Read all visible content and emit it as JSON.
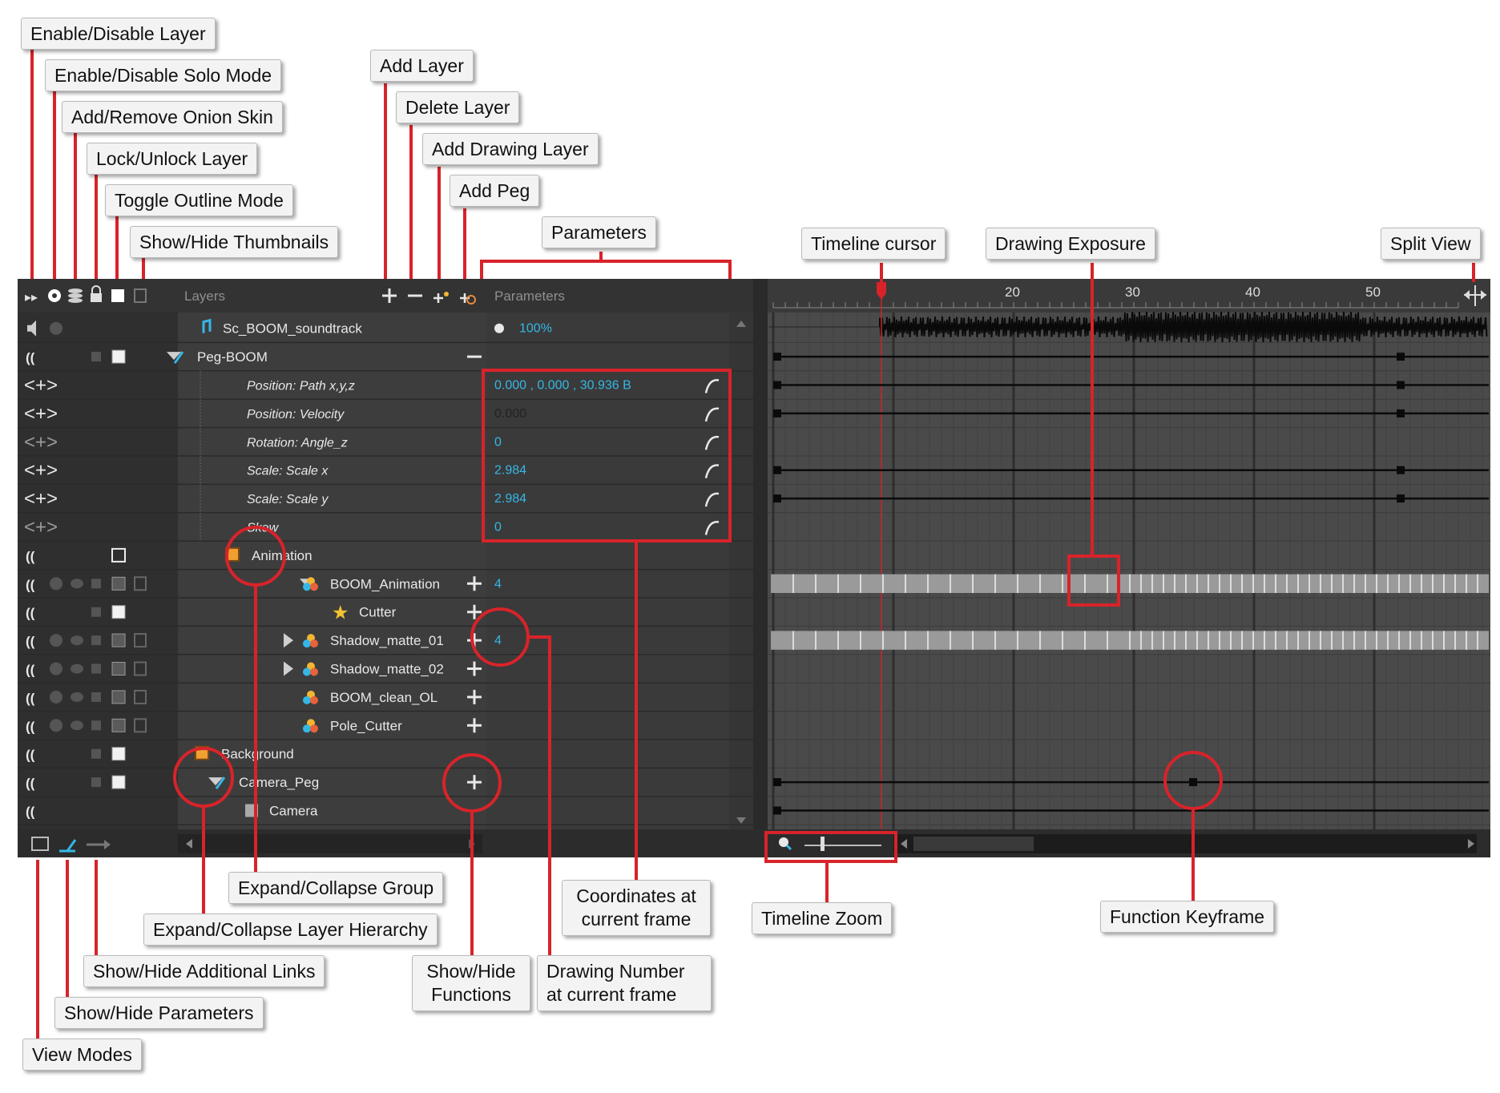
{
  "callouts": {
    "enable_disable_layer": "Enable/Disable Layer",
    "enable_disable_solo": "Enable/Disable Solo Mode",
    "add_remove_onion": "Add/Remove Onion Skin",
    "lock_unlock": "Lock/Unlock Layer",
    "toggle_outline": "Toggle Outline Mode",
    "show_hide_thumbnails": "Show/Hide Thumbnails",
    "add_layer": "Add Layer",
    "delete_layer": "Delete Layer",
    "add_drawing_layer": "Add Drawing Layer",
    "add_peg": "Add Peg",
    "parameters": "Parameters",
    "timeline_cursor": "Timeline cursor",
    "drawing_exposure": "Drawing Exposure",
    "split_view": "Split View",
    "expand_collapse_group": "Expand/Collapse Group",
    "expand_collapse_hierarchy": "Expand/Collapse Layer Hierarchy",
    "show_hide_additional_links": "Show/Hide Additional Links",
    "show_hide_parameters": "Show/Hide Parameters",
    "view_modes": "View Modes",
    "show_hide_functions": "Show/Hide Functions",
    "coordinates_at_current_frame": "Coordinates at current frame",
    "drawing_number_at_current_frame": "Drawing Number at current frame",
    "timeline_zoom": "Timeline Zoom",
    "function_keyframe": "Function Keyframe"
  },
  "header": {
    "layers_label": "Layers",
    "parameters_label": "Parameters"
  },
  "ruler": {
    "ticks": [
      "20",
      "30",
      "40",
      "50"
    ]
  },
  "rows": [
    {
      "label": "Sc_BOOM_soundtrack",
      "param": "100%"
    },
    {
      "label": "Peg-BOOM",
      "param": ""
    },
    {
      "label": "Position: Path x,y,z",
      "param": "0.000 , 0.000 , 30.936 B"
    },
    {
      "label": "Position: Velocity",
      "param": "0.000"
    },
    {
      "label": "Rotation: Angle_z",
      "param": "0"
    },
    {
      "label": "Scale: Scale x",
      "param": "2.984"
    },
    {
      "label": "Scale: Scale y",
      "param": "2.984"
    },
    {
      "label": "Skew",
      "param": "0"
    },
    {
      "label": "Animation",
      "param": ""
    },
    {
      "label": "BOOM_Animation",
      "param": "4"
    },
    {
      "label": "Cutter",
      "param": ""
    },
    {
      "label": "Shadow_matte_01",
      "param": "4"
    },
    {
      "label": "Shadow_matte_02",
      "param": ""
    },
    {
      "label": "BOOM_clean_OL",
      "param": ""
    },
    {
      "label": "Pole_Cutter",
      "param": ""
    },
    {
      "label": "Background",
      "param": ""
    },
    {
      "label": "Camera_Peg",
      "param": ""
    },
    {
      "label": "Camera",
      "param": ""
    }
  ],
  "colors": {
    "accent_red": "#d8232a",
    "param_cyan": "#35b7e6",
    "panel": "#3b3b3b"
  }
}
